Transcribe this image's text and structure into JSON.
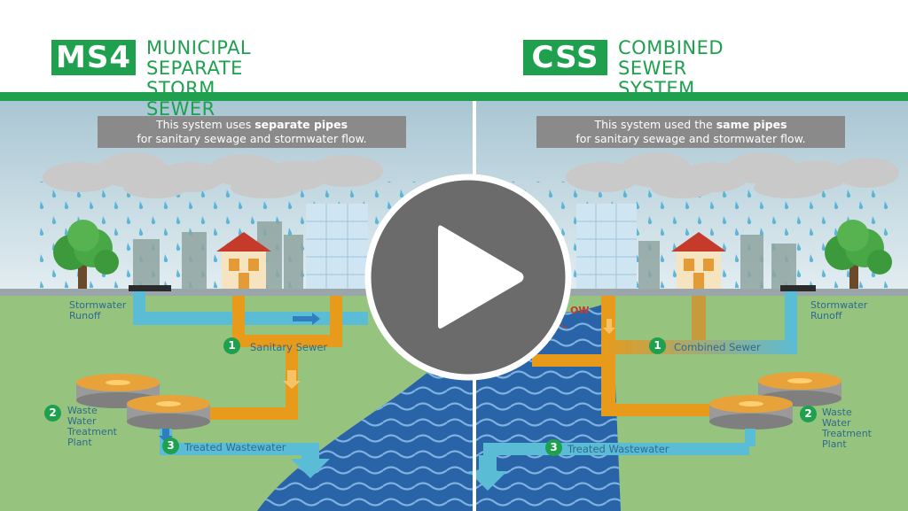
{
  "left": {
    "badge": "MS4",
    "title_line1": "MUNICIPAL SEPARATE",
    "title_line2": "STORM SEWER SYSTEM",
    "caption_pre": "This system uses ",
    "caption_bold": "separate pipes",
    "caption_line2": "for sanitary sewage and stormwater flow.",
    "labels": {
      "runoff_1": "Stormwater",
      "runoff_2": "Runoff",
      "step1_num": "1",
      "step1": "Sanitary Sewer",
      "step2_num": "2",
      "plant_1": "Waste",
      "plant_2": "Water",
      "plant_3": "Treatment",
      "plant_4": "Plant",
      "step3_num": "3",
      "step3": "Treated Wastewater"
    }
  },
  "right": {
    "badge": "CSS",
    "title_line1": "COMBINED SEWER",
    "title_line2": "SYSTEM",
    "caption_pre": "This system used the ",
    "caption_bold": "same pipes",
    "caption_line2": "for sanitary sewage and stormwater flow.",
    "overflow_fragment": "OW",
    "labels": {
      "runoff_1": "Stormwater",
      "runoff_2": "Runoff",
      "step1_num": "1",
      "step1": "Combined Sewer",
      "step2_num": "2",
      "plant_1": "Waste",
      "plant_2": "Water",
      "plant_3": "Treatment",
      "plant_4": "Plant",
      "step3_num": "3",
      "step3": "Treated Wastewater"
    }
  },
  "colors": {
    "brand_green": "#1ea04e",
    "storm_pipe": "#5bbcd6",
    "sewer_pipe": "#e89a1a",
    "river": "#2a64a8",
    "grass": "#96c47e",
    "sky": "#d7e6ee",
    "caption_bg": "#8a8a8a",
    "play_button": "#6b6b6b"
  },
  "icons": {
    "play": "play-icon",
    "cloud": "cloud-icon",
    "tree": "tree-icon",
    "house": "house-icon",
    "treatment_plant": "treatment-tank-icon"
  }
}
